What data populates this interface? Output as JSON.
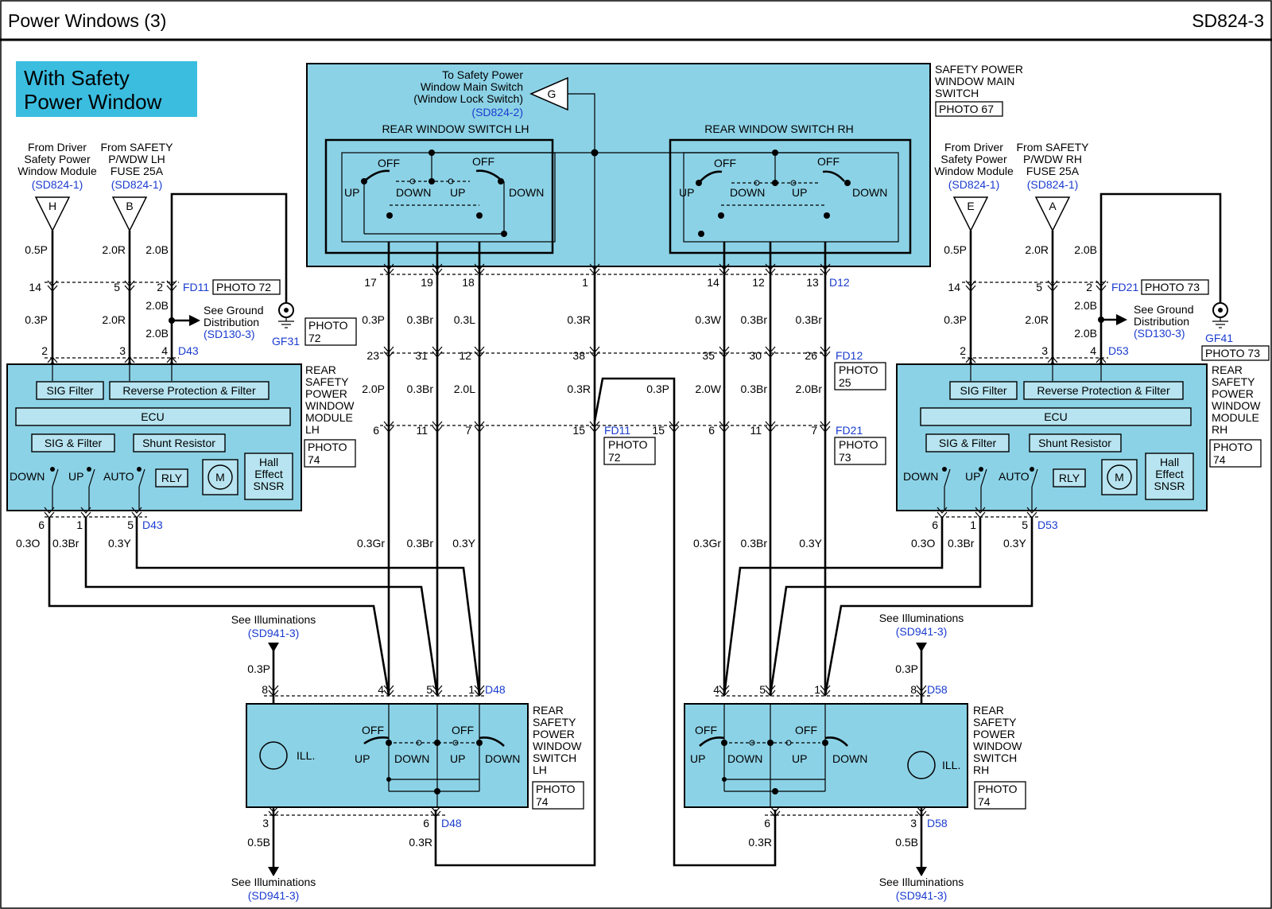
{
  "header": {
    "title": "Power Windows (3)",
    "code": "SD824-3"
  },
  "badge": {
    "line1": "With Safety",
    "line2": "Power Window"
  },
  "main_switch": {
    "name": [
      "SAFETY POWER",
      "WINDOW MAIN",
      "SWITCH"
    ],
    "photo": "PHOTO 67",
    "note": [
      "To Safety Power",
      "Window Main Switch",
      "(Window Lock Switch)"
    ],
    "note_ref": "(SD824-2)",
    "connector_G": "G",
    "lh_title": "REAR WINDOW SWITCH LH",
    "rh_title": "REAR WINDOW SWITCH RH",
    "pins": [
      "17",
      "19",
      "18",
      "1",
      "14",
      "12",
      "13"
    ],
    "conn": "D12"
  },
  "labels": {
    "off": "OFF",
    "up": "UP",
    "down": "DOWN",
    "auto": "AUTO",
    "ill": "ILL.",
    "ecu": "ECU",
    "sig_filter": "SIG Filter",
    "rev_filter": "Reverse Protection & Filter",
    "sig_and_filter": "SIG & Filter",
    "shunt": "Shunt Resistor",
    "rly": "RLY",
    "motor": "M",
    "hall": [
      "Hall",
      "Effect",
      "SNSR"
    ]
  },
  "left": {
    "src1": [
      "From Driver",
      "Safety Power",
      "Window Module"
    ],
    "src1_ref": "(SD824-1)",
    "src1_conn": "H",
    "src2": [
      "From SAFETY",
      "P/WDW LH",
      "FUSE 25A"
    ],
    "src2_ref": "(SD824-1)",
    "src2_conn": "B",
    "wires_top": [
      "0.5P",
      "2.0R",
      "2.0B"
    ],
    "pins_fd": [
      "14",
      "5",
      "2"
    ],
    "fd": "FD11",
    "fd_photo": "PHOTO 72",
    "wires_mid": [
      "0.3P",
      "2.0R",
      "2.0B",
      "2.0B"
    ],
    "ground": [
      "See Ground",
      "Distribution"
    ],
    "ground_ref": "(SD130-3)",
    "gf": "GF31",
    "gf_photo": [
      "PHOTO",
      "72"
    ],
    "pins_d": [
      "2",
      "3",
      "4"
    ],
    "d": "D43",
    "module": [
      "REAR",
      "SAFETY",
      "POWER",
      "WINDOW",
      "MODULE",
      "LH"
    ],
    "module_photo": [
      "PHOTO",
      "74"
    ],
    "pins_out": [
      "6",
      "1",
      "5"
    ],
    "d_out": "D43",
    "wires_out": [
      "0.3O",
      "0.3Br",
      "0.3Y"
    ]
  },
  "right": {
    "src1": [
      "From Driver",
      "Safety Power",
      "Window Module"
    ],
    "src1_ref": "(SD824-1)",
    "src1_conn": "E",
    "src2": [
      "From SAFETY",
      "P/WDW RH",
      "FUSE 25A"
    ],
    "src2_ref": "(SD824-1)",
    "src2_conn": "A",
    "wires_top": [
      "0.5P",
      "2.0R",
      "2.0B"
    ],
    "pins_fd": [
      "14",
      "5",
      "2"
    ],
    "fd": "FD21",
    "fd_photo": "PHOTO 73",
    "wires_mid": [
      "0.3P",
      "2.0R",
      "2.0B",
      "2.0B"
    ],
    "ground": [
      "See Ground",
      "Distribution"
    ],
    "ground_ref": "(SD130-3)",
    "gf": "GF41",
    "gf_photo": "PHOTO 73",
    "pins_d": [
      "2",
      "3",
      "4"
    ],
    "d": "D53",
    "module": [
      "REAR",
      "SAFETY",
      "POWER",
      "WINDOW",
      "MODULE",
      "RH"
    ],
    "module_photo": [
      "PHOTO",
      "74"
    ],
    "pins_out": [
      "6",
      "1",
      "5"
    ],
    "d_out": "D53",
    "wires_out": [
      "0.3O",
      "0.3Br",
      "0.3Y"
    ]
  },
  "center": {
    "wires_a": [
      "0.3P",
      "0.3Br",
      "0.3L",
      "0.3R",
      "0.3W",
      "0.3Br",
      "0.3Br"
    ],
    "pins_fd12": [
      "23",
      "31",
      "12",
      "38",
      "35",
      "30",
      "26"
    ],
    "fd12": "FD12",
    "fd12_photo": [
      "PHOTO",
      "25"
    ],
    "wires_b": [
      "2.0P",
      "0.3Br",
      "2.0L",
      "0.3R",
      "0.3P",
      "2.0W",
      "0.3Br",
      "2.0Br"
    ],
    "pins_fd11": [
      "6",
      "11",
      "7",
      "15"
    ],
    "fd11": "FD11",
    "fd11_photo": [
      "PHOTO",
      "72"
    ],
    "pins_fd21": [
      "15",
      "6",
      "11",
      "7"
    ],
    "fd21": "FD21",
    "fd21_photo": [
      "PHOTO",
      "73"
    ],
    "wires_c_left": [
      "0.3Gr",
      "0.3Br",
      "0.3Y"
    ],
    "wires_c_right": [
      "0.3Gr",
      "0.3Br",
      "0.3Y"
    ]
  },
  "switch_lh": {
    "ill_top": "See Illuminations",
    "ill_top_ref": "(SD941-3)",
    "wire_top": "0.3P",
    "pins_top": [
      "8",
      "4",
      "5",
      "1"
    ],
    "conn": "D48",
    "name": [
      "REAR",
      "SAFETY",
      "POWER",
      "WINDOW",
      "SWITCH",
      "LH"
    ],
    "photo": [
      "PHOTO",
      "74"
    ],
    "pins_bot": [
      "3",
      "6"
    ],
    "conn_bot": "D48",
    "wires_bot": [
      "0.5B",
      "0.3R"
    ],
    "ill_bot": "See Illuminations",
    "ill_bot_ref": "(SD941-3)"
  },
  "switch_rh": {
    "ill_top": "See Illuminations",
    "ill_top_ref": "(SD941-3)",
    "wire_top": "0.3P",
    "pins_top": [
      "4",
      "5",
      "1",
      "8"
    ],
    "conn": "D58",
    "name": [
      "REAR",
      "SAFETY",
      "POWER",
      "WINDOW",
      "SWITCH",
      "RH"
    ],
    "photo": [
      "PHOTO",
      "74"
    ],
    "pins_bot": [
      "6",
      "3"
    ],
    "conn_bot": "D58",
    "wires_bot": [
      "0.3R",
      "0.5B"
    ],
    "ill_bot": "See Illuminations",
    "ill_bot_ref": "(SD941-3)"
  }
}
